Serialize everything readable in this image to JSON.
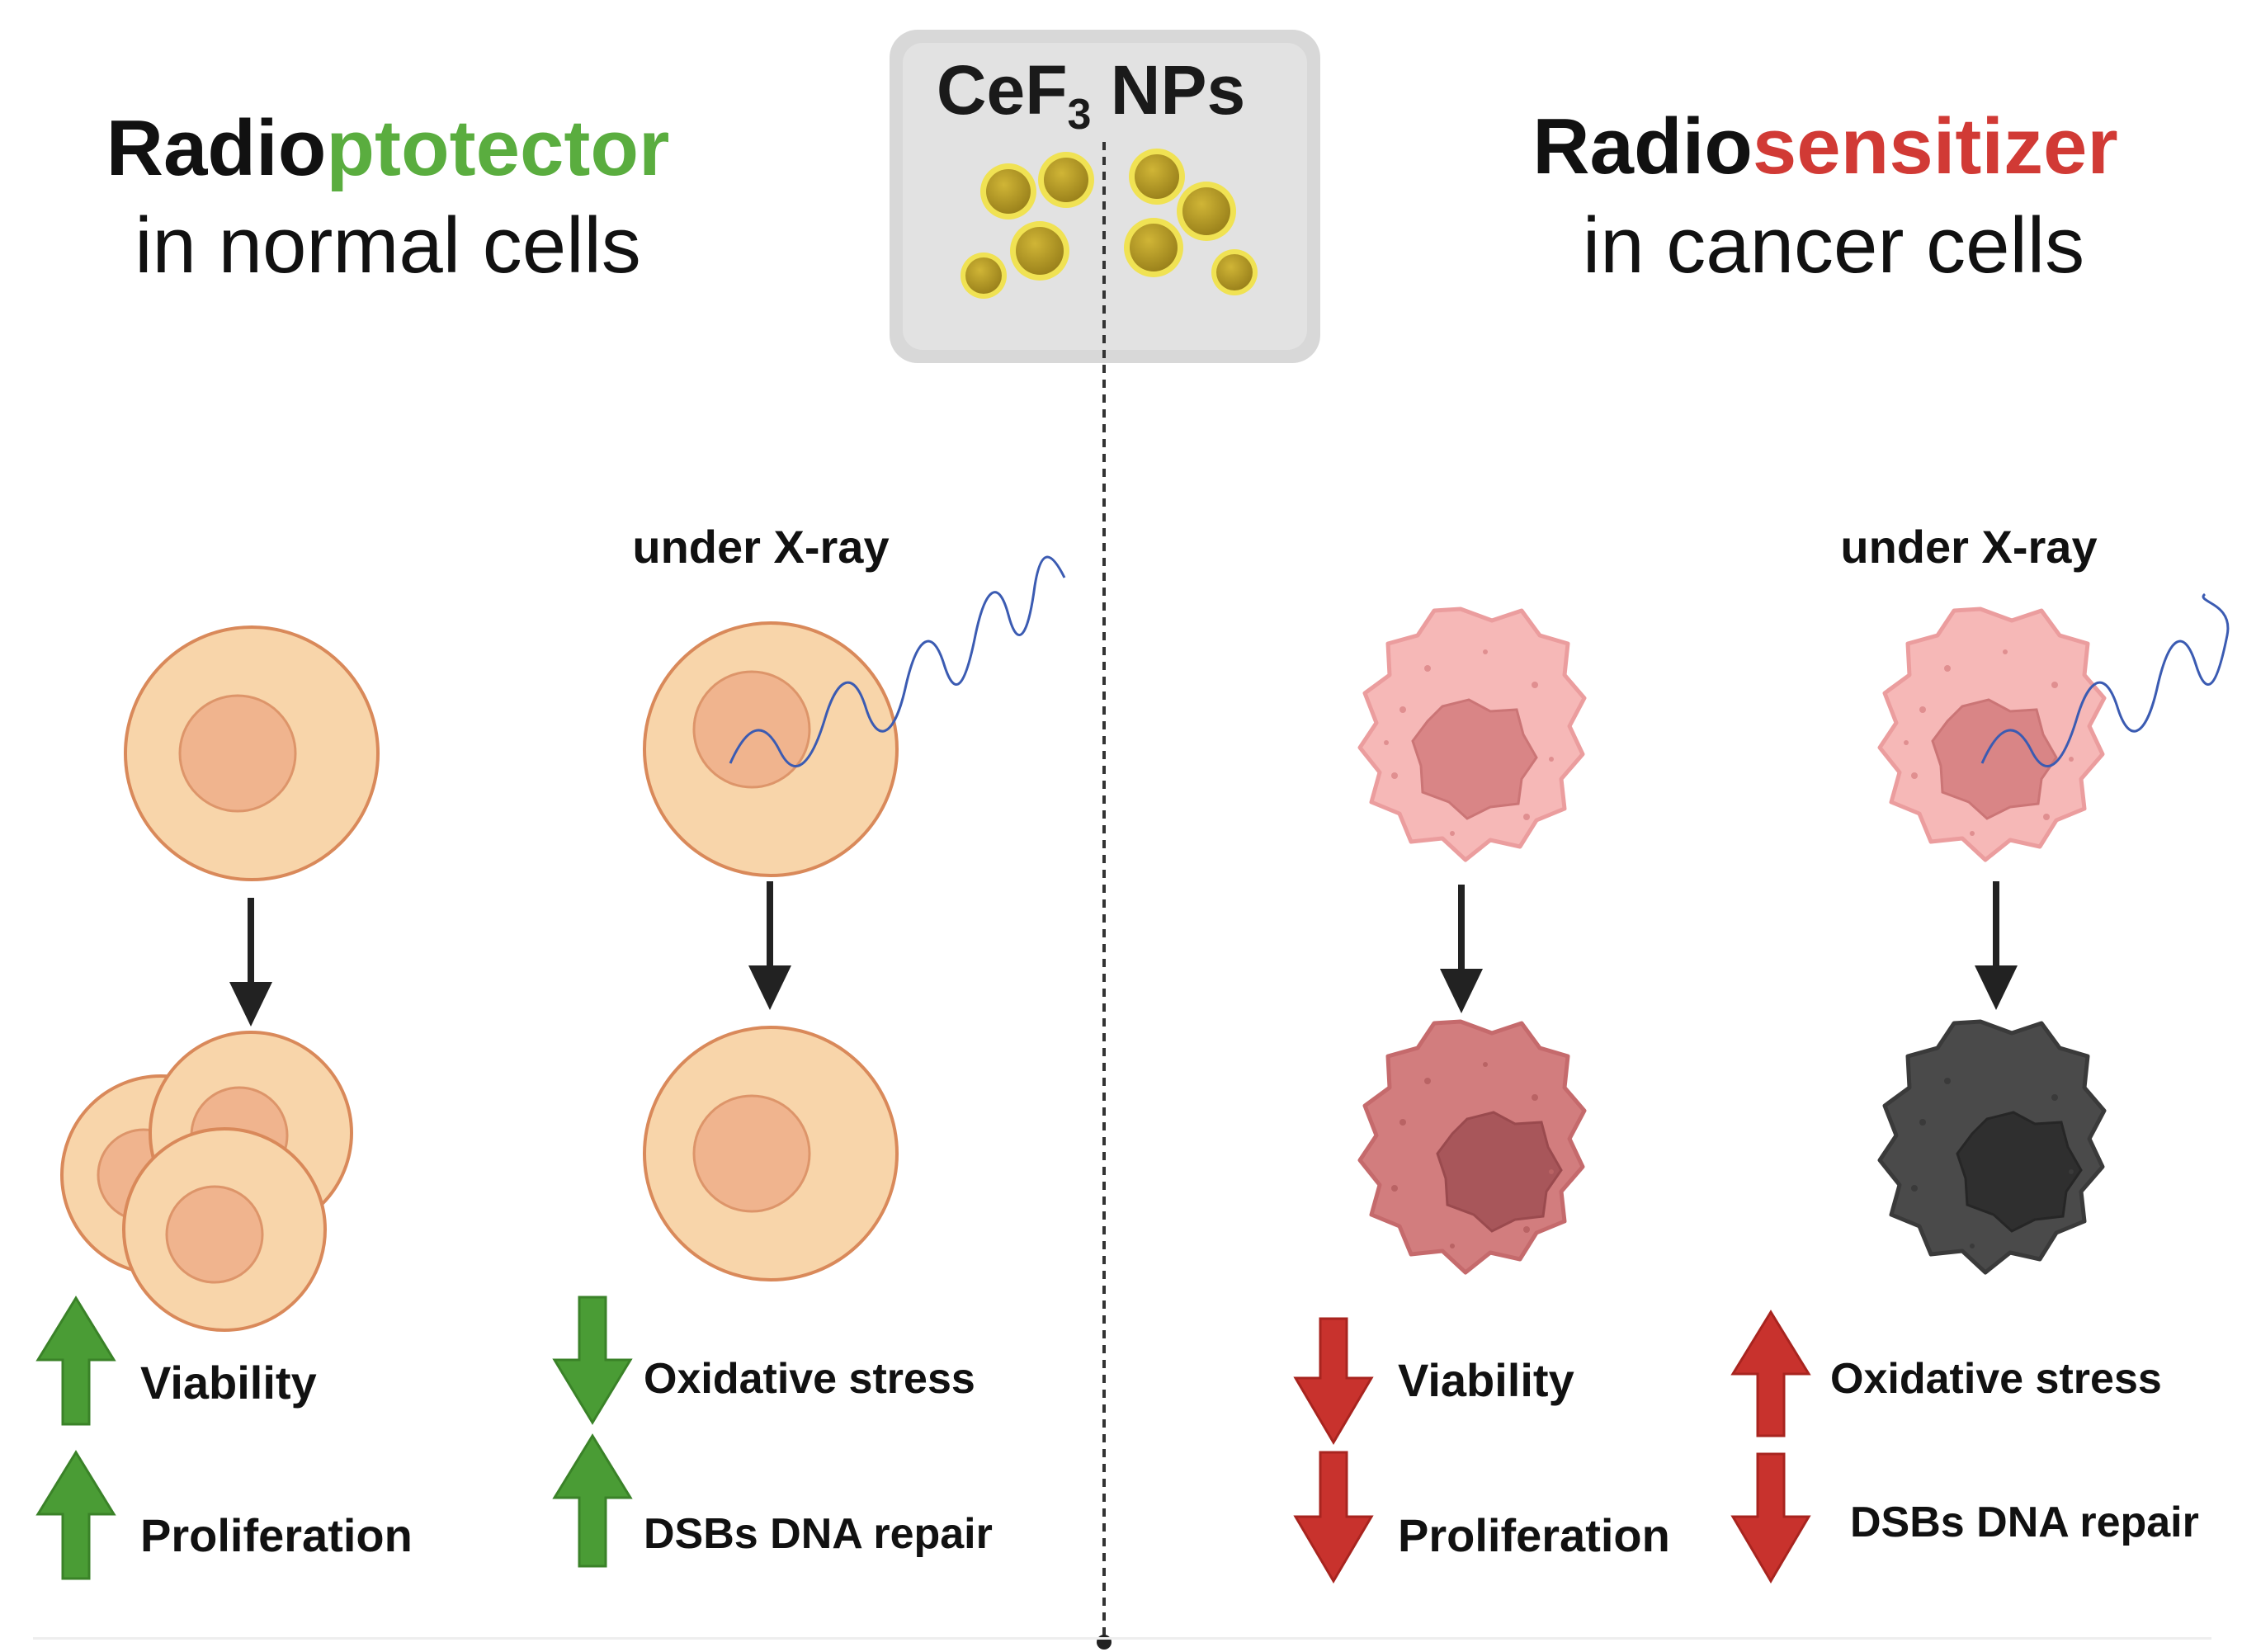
{
  "colors": {
    "protector_green": "#5aad3f",
    "sensitizer_red": "#d13a35",
    "arrow_green": "#4a9c35",
    "arrow_red": "#c8322d",
    "normal_cell_fill": "#f8d5aa",
    "normal_cell_stroke": "#d9895a",
    "normal_nucleus": "#f0b48e",
    "cancer_cell_fill": "#f6b8b7",
    "cancer_nucleus": "#d98586",
    "cancer_damaged_fill": "#d27d7e",
    "cancer_damaged_nucleus": "#a8565a",
    "dead_cell_fill": "#4a4a4a",
    "dead_nucleus": "#2f2f2f",
    "np_fill": "#b49a24",
    "np_glow": "#f2e23a",
    "panel_fill": "#dfdfdf",
    "wave": "#3b5bb2"
  },
  "center_panel": {
    "label_main": "CeF",
    "label_sub": "3",
    "label_tail": " NPs"
  },
  "left": {
    "title_prefix": "Radio",
    "title_accent": "ptotector",
    "subtitle": "in normal cells",
    "xray_label": "under X-ray",
    "effects_a": [
      {
        "direction": "up",
        "label": "Viability"
      },
      {
        "direction": "up",
        "label": "Proliferation"
      }
    ],
    "effects_b": [
      {
        "direction": "down",
        "label": "Oxidative stress"
      },
      {
        "direction": "up",
        "label": "DSBs DNA repair"
      }
    ]
  },
  "right": {
    "title_prefix": "Radio",
    "title_accent": "sensitizer",
    "subtitle": "in cancer cells",
    "xray_label": "under X-ray",
    "effects_a": [
      {
        "direction": "down",
        "label": "Viability"
      },
      {
        "direction": "down",
        "label": "Proliferation"
      }
    ],
    "effects_b": [
      {
        "direction": "up",
        "label": "Oxidative stress"
      },
      {
        "direction": "down",
        "label": "DSBs DNA repair"
      }
    ]
  }
}
